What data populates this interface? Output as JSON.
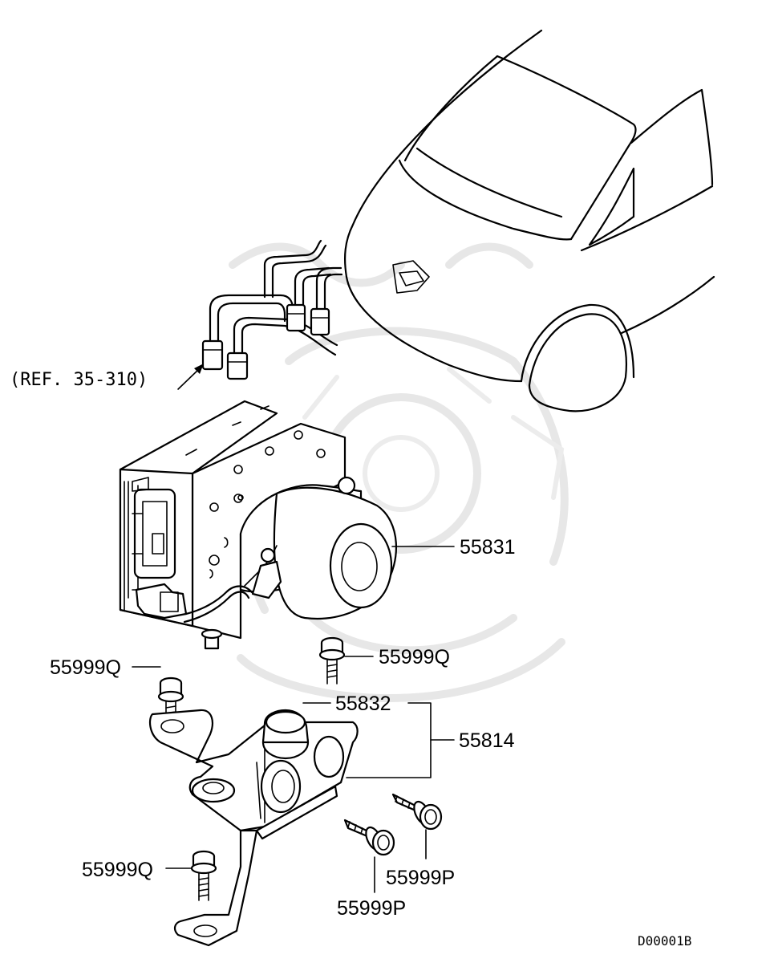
{
  "reference_note": "(REF. 35-310)",
  "diagram_code": "D00001B",
  "callouts": {
    "hydraulic_unit": "55831",
    "bolt_upper_left": "55999Q",
    "bolt_upper_right": "55999Q",
    "bracket_insulator": "55832",
    "bracket_assembly": "55814",
    "bolt_lower_left": "55999Q",
    "bolt_lower_right": "55999P",
    "bolt_lower_center": "55999P"
  }
}
